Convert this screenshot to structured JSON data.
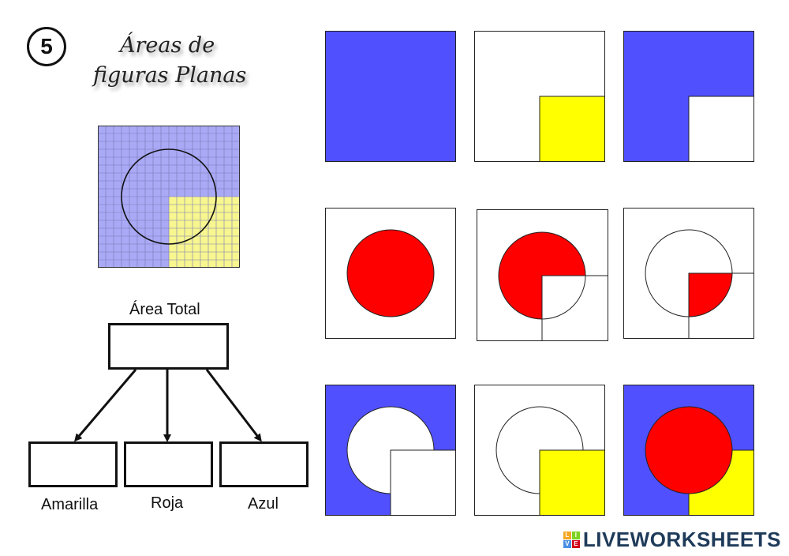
{
  "header": {
    "number": "5",
    "title_line1": "Áreas de",
    "title_line2": "figuras Planas"
  },
  "diagram": {
    "total_label": "Área Total",
    "yellow_label": "Amarilla",
    "red_label": "Roja",
    "blue_label": "Azul"
  },
  "colors": {
    "blue": "#5050ff",
    "yellow": "#ffff00",
    "red": "#ff0000",
    "grid_blue": "#a9a9f5",
    "grid_yellow": "#f7f68f"
  },
  "brand": {
    "text": "LIVEWORKSHEETS"
  }
}
